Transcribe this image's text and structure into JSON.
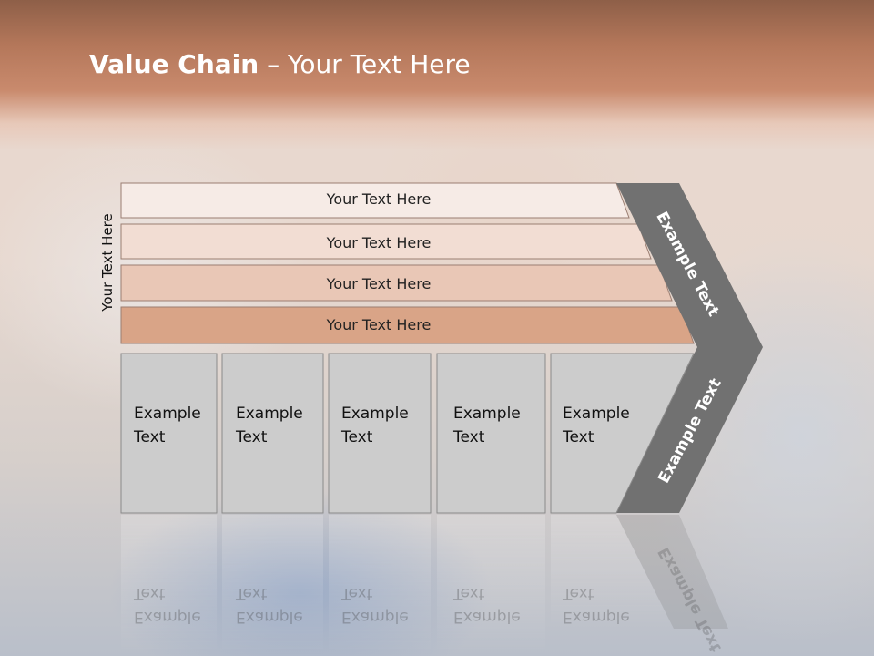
{
  "slide": {
    "title_bold": "Value Chain",
    "title_rest": " – Your Text Here",
    "vertical_label": "Your Text Here",
    "bars": [
      {
        "label": "Your Text Here",
        "color": "#f6ebe6"
      },
      {
        "label": "Your Text Here",
        "color": "#f2ddd3"
      },
      {
        "label": "Your Text Here",
        "color": "#e9c7b6"
      },
      {
        "label": "Your Text Here",
        "color": "#d9a487"
      }
    ],
    "boxes": [
      {
        "line1": "Example",
        "line2": "Text"
      },
      {
        "line1": "Example",
        "line2": "Text"
      },
      {
        "line1": "Example",
        "line2": "Text"
      },
      {
        "line1": "Example",
        "line2": "Text"
      },
      {
        "line1": "Example",
        "line2": "Text"
      }
    ],
    "arrow_top_label": "Example Text",
    "arrow_bottom_label": "Example Text",
    "colors": {
      "arrow": "#717171",
      "box": "#cccccc",
      "banner": "#c4856a"
    }
  }
}
